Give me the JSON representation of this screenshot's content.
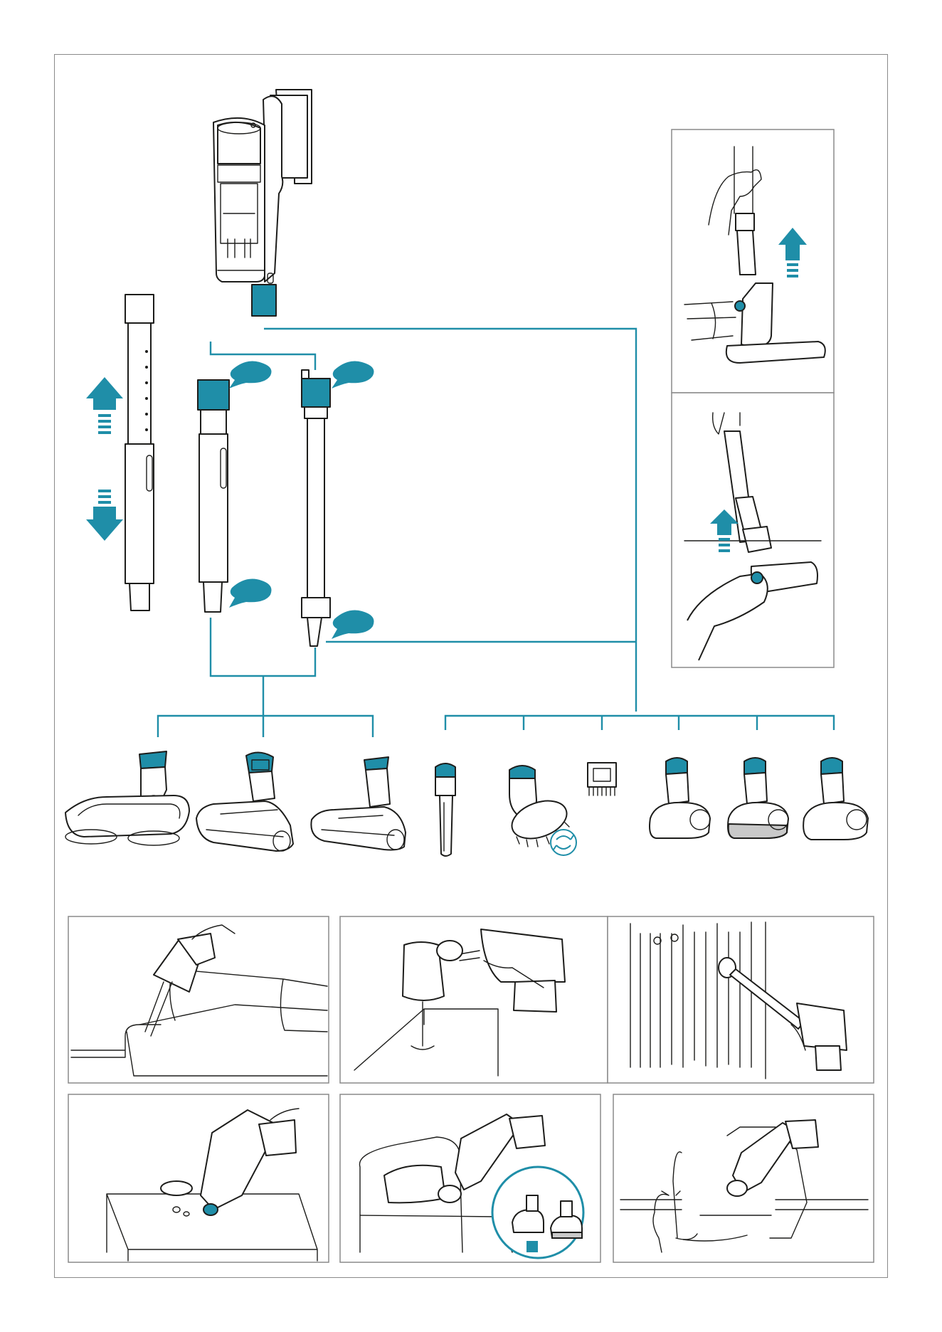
{
  "colors": {
    "accent": "#1f8ea8",
    "line": "#1d1d1b",
    "frame": "#8a8a8a",
    "background": "#ffffff"
  },
  "icons": [
    "main-vacuum-unit-icon",
    "telescopic-tube-icon",
    "rigid-tube-icon",
    "flexible-hose-icon",
    "arrow-up-icon",
    "arrow-down-icon",
    "mop-head-icon",
    "motorized-floor-brush-icon",
    "floor-nozzle-icon",
    "crevice-tool-icon",
    "swivel-dusting-brush-icon",
    "rotate-icon",
    "small-brush-icon",
    "mini-turbo-brush-icon",
    "mattress-tool-icon",
    "pet-tool-icon"
  ],
  "callouts": [
    "",
    "",
    "",
    ""
  ],
  "scenes": [
    "sofa-cleaning-scene",
    "lamp-dusting-scene",
    "curtain-cleaning-scene",
    "table-crumbs-scene",
    "bed-mattress-scene",
    "pet-armchair-scene"
  ]
}
